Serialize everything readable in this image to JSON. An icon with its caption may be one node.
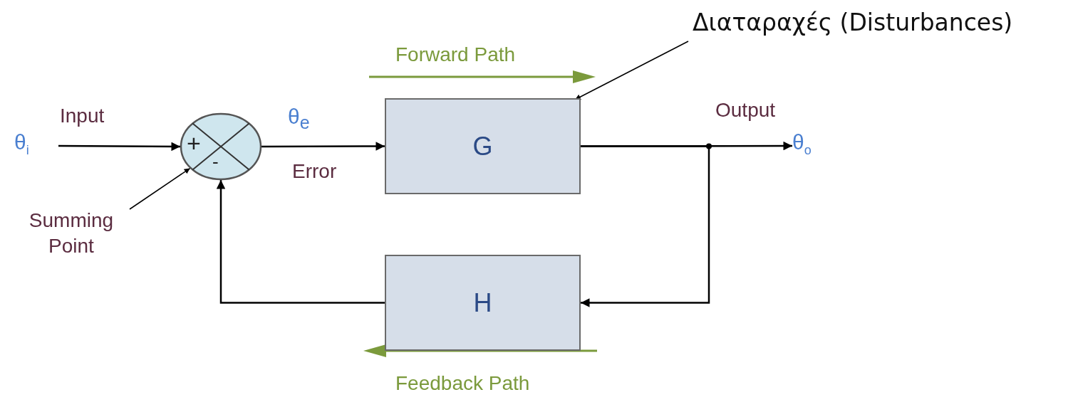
{
  "diagram": {
    "nodes": [
      {
        "text": [
          "θ$_{i}$"
        ]
      },
      {
        "text": [
          "+",
          "-"
        ]
      },
      {
        "text": [
          "G"
        ]
      },
      {
        "text": [
          "H"
        ]
      },
      {
        "text": [
          "θ$_{o}$"
        ]
      },
      {
        "text": [
          "Summing Point"
        ]
      },
      {
        "text": [
          "Διαταραχές (Disturbances)"
        ]
      }
    ],
    "edges": [
      {
        "from": 0,
        "to": 1,
        "arrow": "to"
      },
      {
        "from": 1,
        "to": 2,
        "arrow": "to"
      },
      {
        "from": 2,
        "to": 4,
        "arrow": "to"
      },
      {
        "from": 2,
        "to": 3,
        "arrow": "to"
      },
      {
        "from": 3,
        "to": 1,
        "arrow": "to"
      },
      {
        "from": 5,
        "to": 1,
        "arrow": "to"
      },
      {
        "from": 6,
        "to": 2,
        "arrow": "to"
      }
    ],
    "labels": [
      "Forward Path",
      "Input",
      "θ$_{e}$",
      "Error",
      "Output",
      "Feedback Path"
    ]
  }
}
